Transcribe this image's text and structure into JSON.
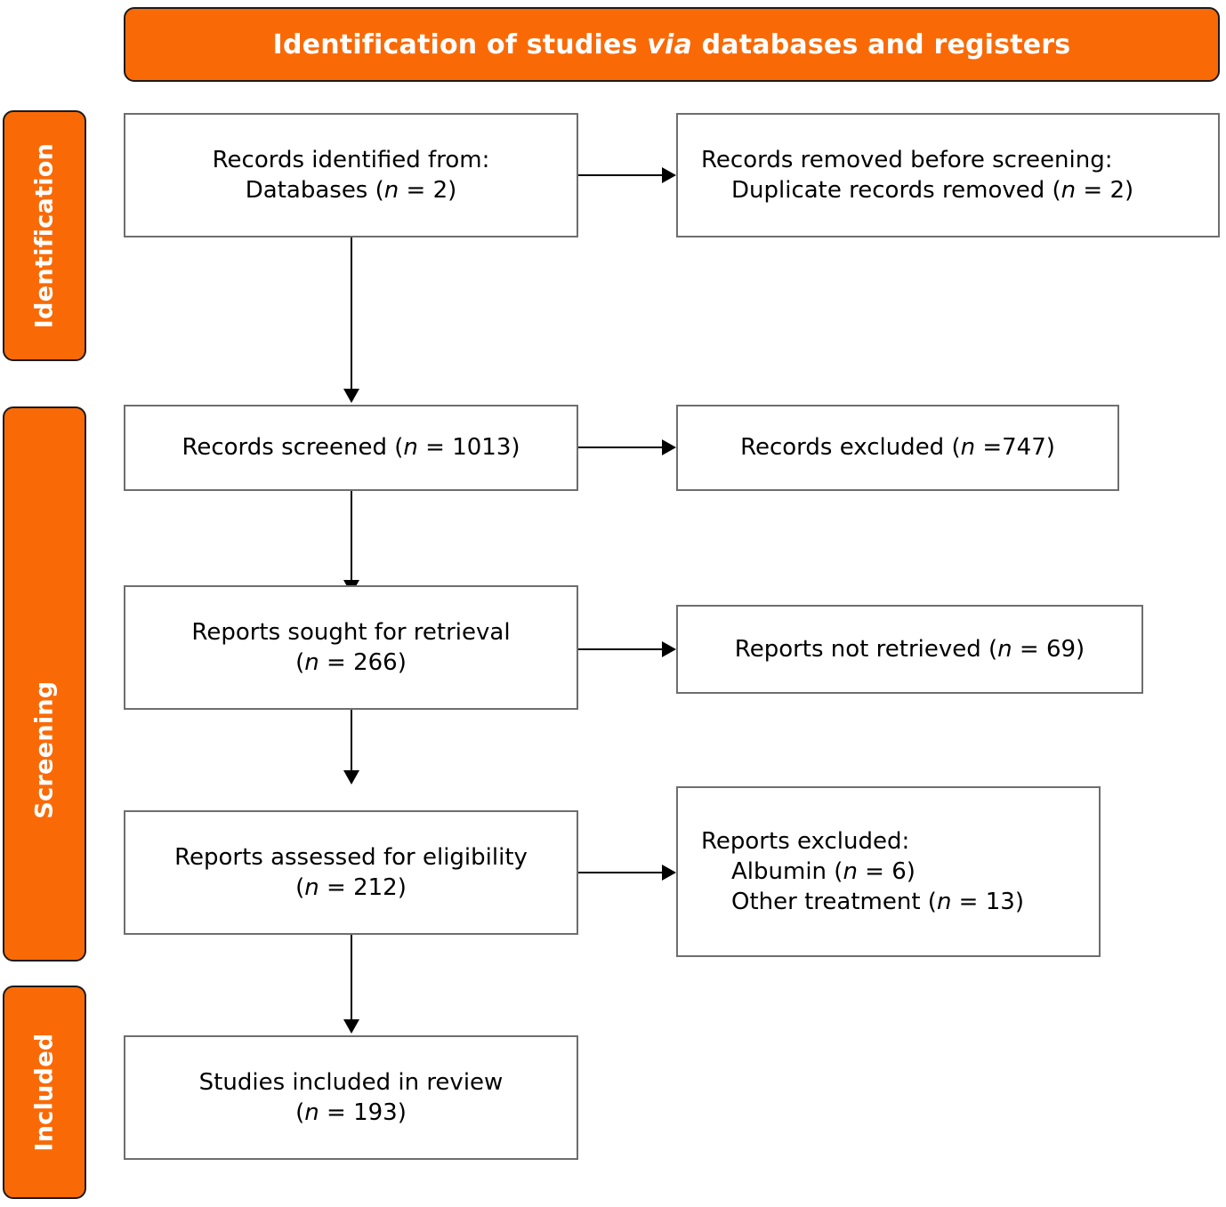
{
  "diagram": {
    "type": "prisma-flow-diagram",
    "header": {
      "text_before": "Identification of studies ",
      "text_italic": "via",
      "text_after": " databases and registers",
      "full_text": "Identification of studies via databases and registers",
      "background_color": "#F96A07",
      "text_color": "#FFFFFF"
    },
    "stages": [
      {
        "id": "identification",
        "label": "Identification"
      },
      {
        "id": "screening",
        "label": "Screening"
      },
      {
        "id": "included",
        "label": "Included"
      }
    ],
    "boxes": {
      "records_identified": {
        "lines": [
          {
            "text": "Records identified from:",
            "indent": false
          },
          {
            "prefix": "Databases (",
            "italic": "n",
            "suffix": " = 2)",
            "indent": true
          }
        ]
      },
      "records_removed": {
        "lines": [
          {
            "text": "Records removed before screening:",
            "indent": false
          },
          {
            "prefix": "Duplicate records removed (",
            "italic": "n",
            "suffix": " = 2)",
            "indent": true
          }
        ]
      },
      "records_screened": {
        "lines": [
          {
            "prefix": "Records screened (",
            "italic": "n",
            "suffix": " = 1013)",
            "indent": false
          }
        ]
      },
      "records_excluded": {
        "lines": [
          {
            "prefix": "Records excluded (",
            "italic": "n",
            "suffix": " =747)",
            "indent": false
          }
        ]
      },
      "reports_sought": {
        "lines": [
          {
            "text": "Reports sought for retrieval",
            "indent": false
          },
          {
            "prefix": "(",
            "italic": "n",
            "suffix": " = 266)",
            "indent": false
          }
        ]
      },
      "reports_not_retrieved": {
        "lines": [
          {
            "prefix": "Reports not retrieved (",
            "italic": "n",
            "suffix": " = 69)",
            "indent": false
          }
        ]
      },
      "reports_assessed": {
        "lines": [
          {
            "text": "Reports assessed for eligibility",
            "indent": false
          },
          {
            "prefix": "(",
            "italic": "n",
            "suffix": " = 212)",
            "indent": false
          }
        ]
      },
      "reports_excluded": {
        "lines": [
          {
            "text": "Reports excluded:",
            "indent": false
          },
          {
            "prefix": "Albumin (",
            "italic": "n",
            "suffix": " = 6)",
            "indent": true
          },
          {
            "prefix": "Other treatment (",
            "italic": "n",
            "suffix": " = 13)",
            "indent": true
          }
        ]
      },
      "studies_included": {
        "lines": [
          {
            "text": "Studies included in review",
            "indent": false
          },
          {
            "prefix": "(",
            "italic": "n",
            "suffix": " = 193)",
            "indent": false
          }
        ]
      }
    },
    "counts": {
      "databases_identified": 2,
      "duplicates_removed": 2,
      "records_screened": 1013,
      "records_excluded": 747,
      "reports_sought": 266,
      "reports_not_retrieved": 69,
      "reports_assessed": 212,
      "excluded_albumin": 6,
      "excluded_other_treatment": 13,
      "studies_included": 193
    }
  }
}
